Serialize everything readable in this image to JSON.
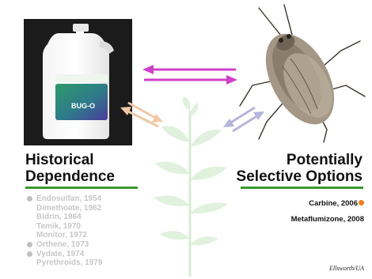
{
  "product": {
    "label": "BUG-O"
  },
  "left_heading": {
    "line1": "Historical",
    "line2": "Dependence"
  },
  "right_heading": {
    "line1": "Potentially",
    "line2": "Selective Options"
  },
  "historical_items": [
    {
      "text": "Endosulfan, 1954",
      "bullet": true
    },
    {
      "text": "Dimethoate, 1962",
      "bullet": false
    },
    {
      "text": "Bidrin, 1964",
      "bullet": false
    },
    {
      "text": "Temik, 1970",
      "bullet": false
    },
    {
      "text": "Monitor, 1972",
      "bullet": false
    },
    {
      "text": "Orthene, 1973",
      "bullet": true
    },
    {
      "text": "Vydate, 1974",
      "bullet": true
    },
    {
      "text": "Pyrethroids, 1979",
      "bullet": false
    }
  ],
  "selective_items": [
    {
      "text": "Carbine, 2006"
    },
    {
      "text": "Metaflumizone, 2008"
    }
  ],
  "credit": "Ellsworth/UA",
  "colors": {
    "heading_rule": "#3a9a2e",
    "magenta_arrow": "#d040c8",
    "orange_arrow": "#f0c8a6",
    "purple_arrow": "#b4b4dc",
    "orange_bullet": "#f07c1a",
    "faded_text": "#c7c7c7"
  }
}
